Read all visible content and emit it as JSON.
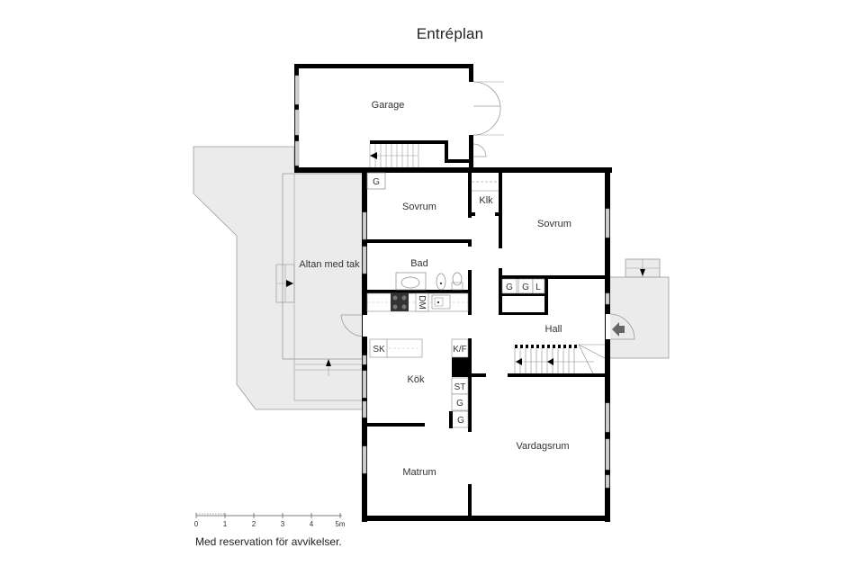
{
  "title": "Entréplan",
  "rooms": {
    "garage": "Garage",
    "sovrum1": "Sovrum",
    "sovrum2": "Sovrum",
    "klk": "Klk",
    "bad": "Bad",
    "altan": "Altan med tak",
    "hall": "Hall",
    "kok": "Kök",
    "matrum": "Matrum",
    "vardagsrum": "Vardagsrum"
  },
  "fixtures": {
    "g_sovrum": "G",
    "g_hall1": "G",
    "g_hall2": "G",
    "l_hall": "L",
    "dm": "DM",
    "sk": "SK",
    "kf": "K/F",
    "st": "ST",
    "g_kok1": "G",
    "g_kok2": "G"
  },
  "scale": {
    "ticks": [
      "0",
      "1",
      "2",
      "3",
      "4",
      "5m"
    ]
  },
  "disclaimer": "Med reservation för avvikelser.",
  "colors": {
    "wall": "#000000",
    "terrace": "#ebebeb",
    "outline": "#888888",
    "window": "#d0d0d0"
  }
}
